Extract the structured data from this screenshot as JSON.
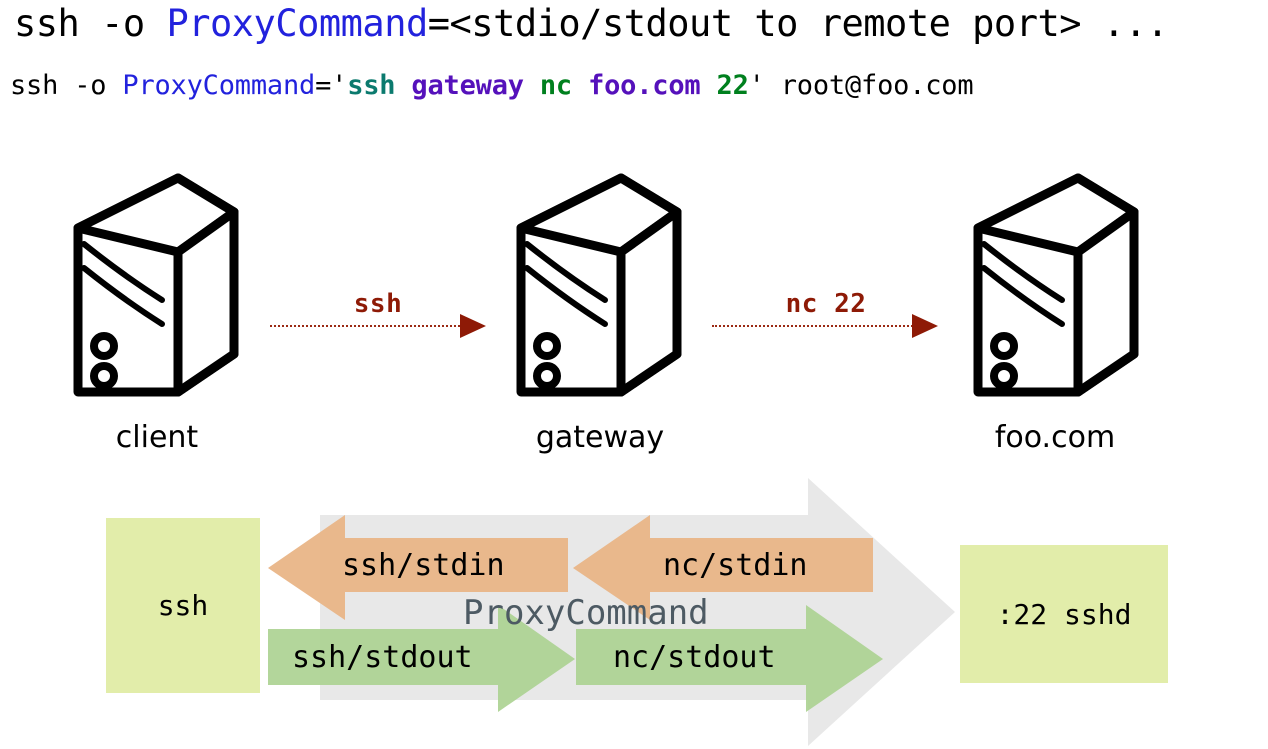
{
  "title": "ssh ProxyCommand stdio forwarding diagram",
  "command_lines": [
    {
      "id": "generic",
      "tokens": [
        {
          "text": "ssh -o ",
          "color": "#000000",
          "style": "plain"
        },
        {
          "text": "ProxyCommand",
          "color": "#2222dd",
          "style": "blue"
        },
        {
          "text": "=<stdio/stdout to remote port> ...",
          "color": "#000000",
          "style": "plain"
        }
      ],
      "full_text": "ssh -o ProxyCommand=<stdio/stdout to remote port> ..."
    },
    {
      "id": "example",
      "tokens": [
        {
          "text": "ssh -o ",
          "color": "#000000",
          "style": "plain"
        },
        {
          "text": "ProxyCommand",
          "color": "#2222dd",
          "style": "blue"
        },
        {
          "text": "='",
          "color": "#000000",
          "style": "plain"
        },
        {
          "text": "ssh",
          "color": "#0b7a6e",
          "style": "teal"
        },
        {
          "text": " ",
          "color": "#000000",
          "style": "plain"
        },
        {
          "text": "gateway",
          "color": "#5511bb",
          "style": "purple"
        },
        {
          "text": " ",
          "color": "#000000",
          "style": "plain"
        },
        {
          "text": "nc",
          "color": "#00801e",
          "style": "green"
        },
        {
          "text": " ",
          "color": "#000000",
          "style": "plain"
        },
        {
          "text": "foo.com",
          "color": "#5511bb",
          "style": "purple"
        },
        {
          "text": " ",
          "color": "#000000",
          "style": "plain"
        },
        {
          "text": "22",
          "color": "#00801e",
          "style": "green"
        },
        {
          "text": "' root@foo.com",
          "color": "#000000",
          "style": "plain"
        }
      ],
      "full_text": "ssh -o ProxyCommand='ssh gateway nc foo.com 22' root@foo.com"
    }
  ],
  "hosts": [
    {
      "id": "client",
      "label": "client",
      "icon": "server-tower-icon"
    },
    {
      "id": "gateway",
      "label": "gateway",
      "icon": "server-tower-icon"
    },
    {
      "id": "foo",
      "label": "foo.com",
      "icon": "server-tower-icon"
    }
  ],
  "connections": [
    {
      "id": "client-to-gateway",
      "label": "ssh",
      "from": "client",
      "to": "gateway",
      "color": "#8e1a06",
      "style": "dotted"
    },
    {
      "id": "gateway-to-foo",
      "label": "nc 22",
      "from": "gateway",
      "to": "foo",
      "color": "#8e1a06",
      "style": "dotted"
    }
  ],
  "pipeline": {
    "proxycommand_label": "ProxyCommand",
    "proxycommand_color": "#4d5a63",
    "gray_arrow_color": "#e8e8e8",
    "endpoints": [
      {
        "id": "ssh-process",
        "label": "ssh",
        "color": "#e2edaa"
      },
      {
        "id": "sshd-process",
        "label": ":22 sshd",
        "color": "#e2edaa"
      }
    ],
    "streams": [
      {
        "id": "ssh-stdin",
        "label": "ssh/stdin",
        "direction": "left",
        "color": "#e8b383"
      },
      {
        "id": "nc-stdin",
        "label": "nc/stdin",
        "direction": "left",
        "color": "#e8b383"
      },
      {
        "id": "ssh-stdout",
        "label": "ssh/stdout",
        "direction": "right",
        "color": "#a8d08d"
      },
      {
        "id": "nc-stdout",
        "label": "nc/stdout",
        "direction": "right",
        "color": "#a8d08d"
      }
    ]
  }
}
